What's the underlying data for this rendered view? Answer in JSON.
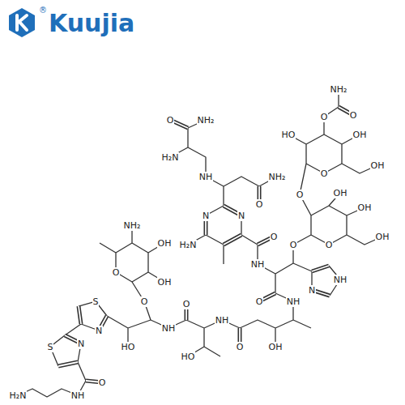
{
  "diagram": {
    "labels": [
      "Kuujia",
      "®",
      "NH₂",
      "O",
      "O",
      "HO",
      "OH",
      "O",
      "OH",
      "O",
      "NH₂",
      "H₂N",
      "NH",
      "O",
      "NH₂",
      "O",
      "OH",
      "OH",
      "N",
      "N",
      "O",
      "OH",
      "O",
      "H₂N",
      "O",
      "NH",
      "N",
      "NH",
      "O",
      "NH",
      "OH",
      "O",
      "NH",
      "O",
      "NH",
      "HO",
      "O",
      "HO",
      "NH₂",
      "OH",
      "OH",
      "O",
      "N",
      "S",
      "N",
      "S",
      "O",
      "NH",
      "H₂N"
    ]
  }
}
